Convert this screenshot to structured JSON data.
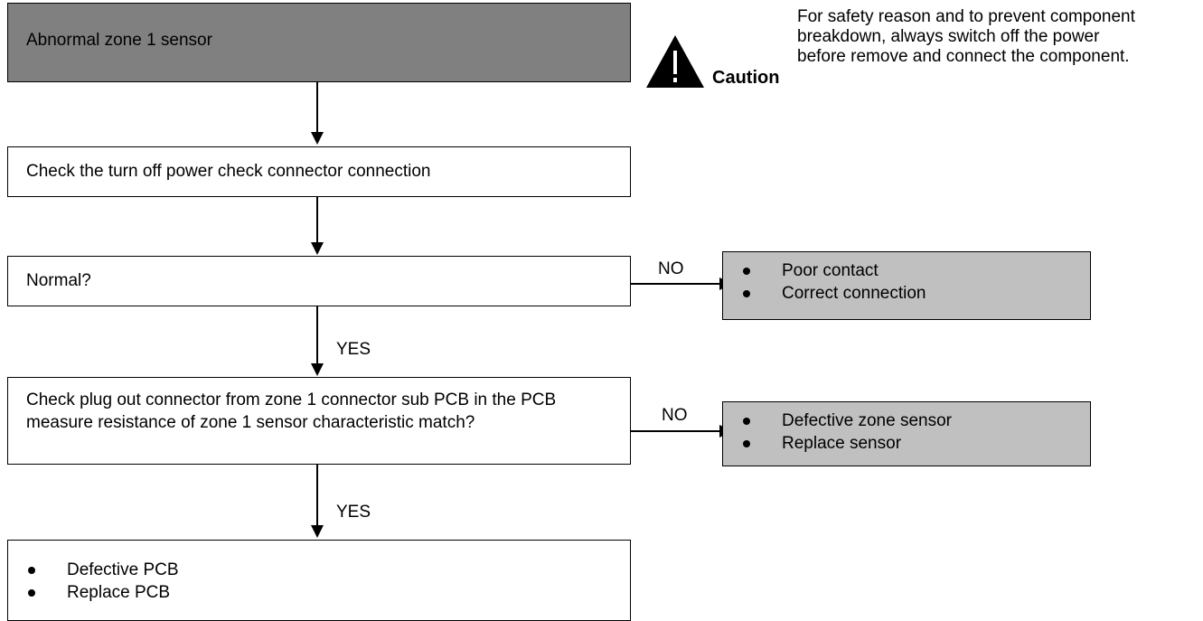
{
  "start": {
    "text": "Abnormal zone 1 sensor"
  },
  "step1": {
    "text": "Check the turn off power check connector connection"
  },
  "decision1": {
    "text": "Normal?",
    "no_label": "NO",
    "yes_label": "YES",
    "no_result": [
      "Poor contact",
      "Correct connection"
    ]
  },
  "decision2": {
    "text": "Check plug out connector from zone 1 connector sub PCB in the PCB measure resistance of zone 1 sensor characteristic match?",
    "no_label": "NO",
    "yes_label": "YES",
    "no_result": [
      "Defective zone sensor",
      "Replace sensor"
    ]
  },
  "end": {
    "items": [
      "Defective PCB",
      "Replace PCB"
    ]
  },
  "caution": {
    "title": "Caution",
    "icon": "warning-triangle-icon",
    "text": "For safety reason and to prevent component breakdown, always switch off the power before remove and connect the component."
  },
  "colors": {
    "start_box": "#808080",
    "result_box": "#c0c0c0",
    "line": "#000000"
  }
}
